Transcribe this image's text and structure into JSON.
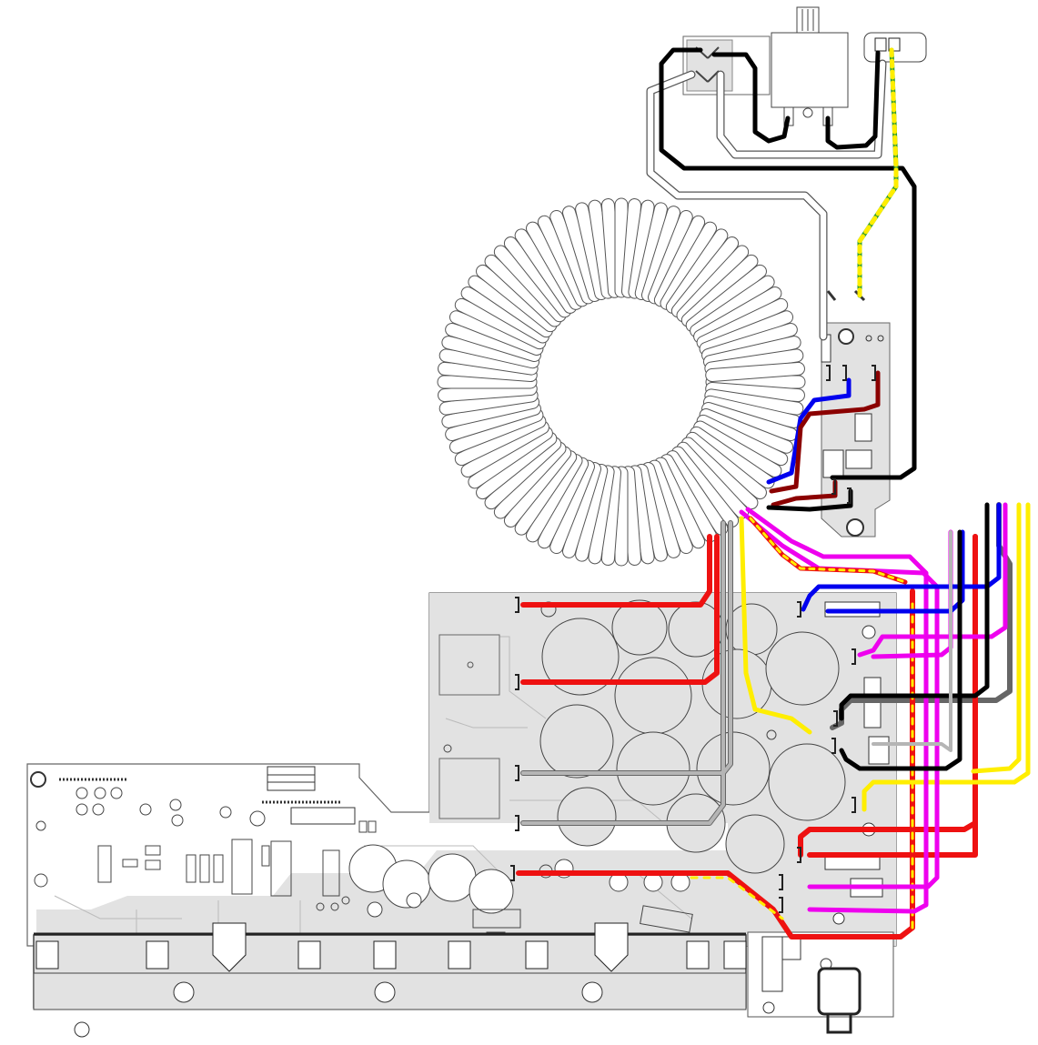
{
  "diagram": {
    "kind": "amplifier internal wiring layout",
    "colors": {
      "background": "#ffffff",
      "board_fill": "#e2e2e2",
      "outline": "#555555",
      "black_wire": "#000000",
      "red_wire": "#ee1111",
      "blue_wire": "#0000ee",
      "brown_wire": "#8b0000",
      "magenta_wire": "#ee00ee",
      "yellow_wire": "#ffee00",
      "gray_wire": "#a8a8a8",
      "green_yellow_earth": "#2e9e2e"
    },
    "parts": [
      {
        "name": "iec-mains-inlet"
      },
      {
        "name": "power-switch"
      },
      {
        "name": "ground-tab"
      },
      {
        "name": "toroidal-transformer"
      },
      {
        "name": "soft-start-board"
      },
      {
        "name": "power-supply-board"
      },
      {
        "name": "amplifier-main-board"
      },
      {
        "name": "heatsink"
      },
      {
        "name": "speaker-output-jack"
      }
    ]
  }
}
